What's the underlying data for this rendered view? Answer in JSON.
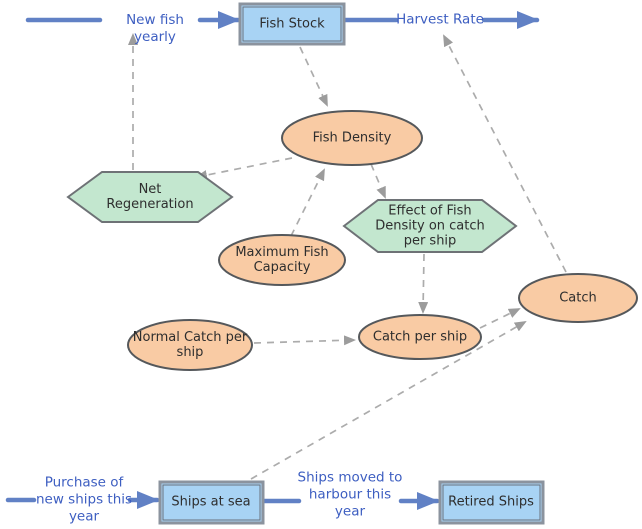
{
  "diagram": {
    "type": "stock-and-flow",
    "stocks": {
      "fish_stock": "Fish Stock",
      "ships_at_sea": "Ships at sea",
      "retired_ships": "Retired Ships"
    },
    "flows": {
      "new_fish_yearly": "New fish\nyearly",
      "harvest_rate": "Harvest Rate",
      "purchase_of_new_ships": "Purchase of\nnew ships this\nyear",
      "ships_moved_to_harbour": "Ships moved to\nharbour this\nyear"
    },
    "auxiliaries": {
      "fish_density": "Fish Density",
      "maximum_fish_capacity": "Maximum Fish\nCapacity",
      "normal_catch_per_ship": "Normal Catch per\nship",
      "catch_per_ship": "Catch per ship",
      "catch": "Catch"
    },
    "converters": {
      "net_regeneration": "Net\nRegeneration",
      "effect_of_fish_density": "Effect of Fish\nDensity on catch\nper ship"
    },
    "links": [
      {
        "from": "Fish Stock",
        "to": "Fish Density"
      },
      {
        "from": "Fish Density",
        "to": "Net Regeneration"
      },
      {
        "from": "Net Regeneration",
        "to": "New fish yearly"
      },
      {
        "from": "Maximum Fish Capacity",
        "to": "Fish Density"
      },
      {
        "from": "Fish Density",
        "to": "Effect of Fish Density on catch per ship"
      },
      {
        "from": "Effect of Fish Density on catch per ship",
        "to": "Catch per ship"
      },
      {
        "from": "Normal Catch per ship",
        "to": "Catch per ship"
      },
      {
        "from": "Catch per ship",
        "to": "Catch"
      },
      {
        "from": "Ships at sea",
        "to": "Catch"
      },
      {
        "from": "Catch",
        "to": "Harvest Rate"
      }
    ],
    "colors": {
      "flow_blue": "#6181C5",
      "label_blue": "#3D5EC1",
      "stock_fill": "#A8D3F4",
      "auxiliary_fill": "#F9CBA4",
      "converter_fill": "#C3E7CF",
      "link_gray": "#ACACAC"
    }
  }
}
